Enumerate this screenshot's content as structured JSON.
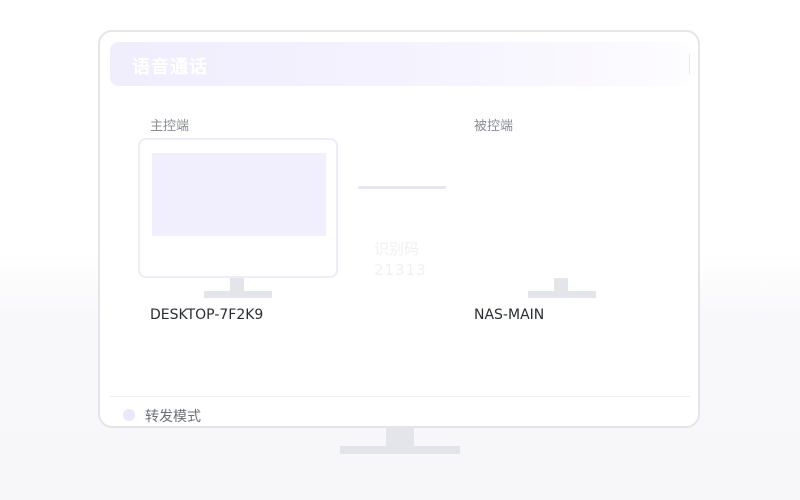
{
  "window": {
    "title": "语音通话"
  },
  "controller": {
    "role_label": "主控端",
    "device_name": "DESKTOP-7F2K9"
  },
  "controlled": {
    "role_label": "被控端",
    "device_name": "NAS-MAIN"
  },
  "connection": {
    "code_label": "识别码",
    "code_value": "21313"
  },
  "footer": {
    "mode_label": "转发模式"
  },
  "colors": {
    "accent_light": "#f1effd",
    "frame": "#e3e5ea",
    "text_dark": "#2a2d34",
    "text_muted": "#8a8c94"
  },
  "icons": {
    "controller_device": "monitor-icon",
    "controlled_device": "monitor-stand-icon",
    "connection": "arrow-line-icon",
    "mode_indicator": "dot-icon"
  }
}
